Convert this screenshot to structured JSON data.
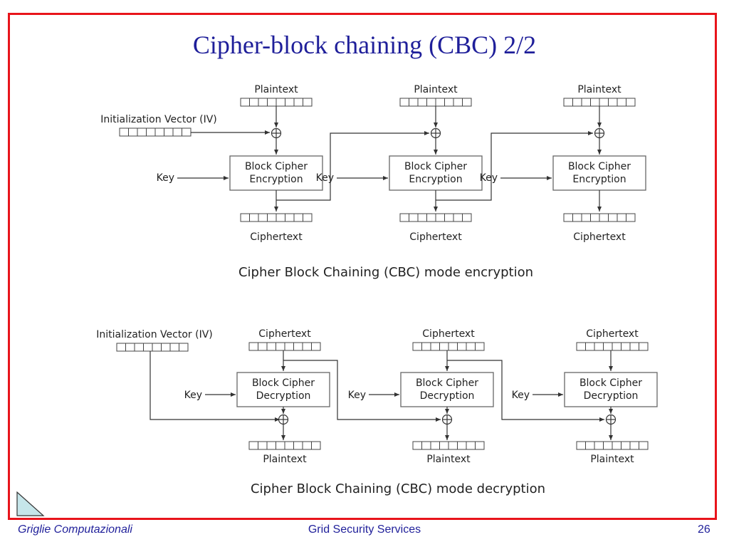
{
  "slide": {
    "title": "Cipher-block chaining (CBC) 2/2"
  },
  "encryption": {
    "iv_label": "Initialization Vector (IV)",
    "plaintext_label": "Plaintext",
    "ciphertext_label": "Ciphertext",
    "key_label": "Key",
    "block_line1": "Block Cipher",
    "block_line2": "Encryption",
    "caption": "Cipher Block Chaining (CBC) mode encryption"
  },
  "decryption": {
    "iv_label": "Initialization Vector (IV)",
    "ciphertext_label": "Ciphertext",
    "plaintext_label": "Plaintext",
    "key_label": "Key",
    "block_line1": "Block Cipher",
    "block_line2": "Decryption",
    "caption": "Cipher Block Chaining (CBC) mode decryption"
  },
  "footer": {
    "left": "Griglie Computazionali",
    "center": "Grid Security Services",
    "page": "26"
  },
  "colors": {
    "frame": "#e8141b",
    "title": "#1f1f9a",
    "footer": "#1f1f9a",
    "corner_icon_fill": "#c6e6ea"
  }
}
